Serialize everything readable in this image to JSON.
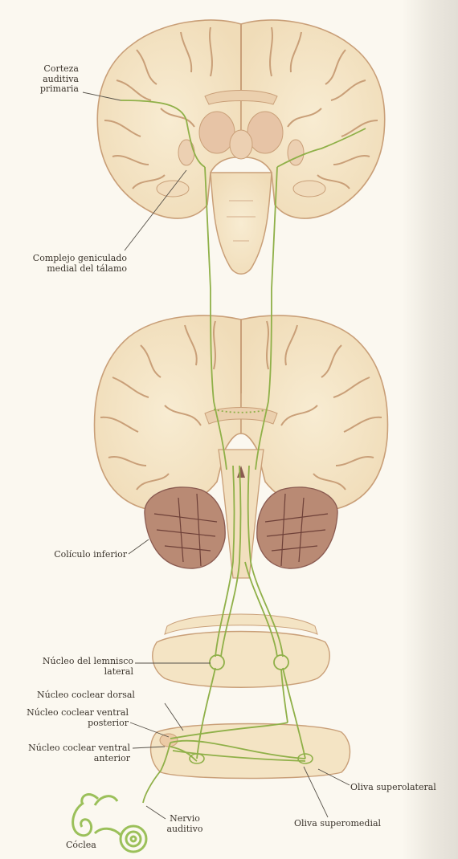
{
  "labels": {
    "primary_auditory_cortex": "Corteza\nauditiva\nprimaria",
    "medial_geniculate": "Complejo geniculado\nmedial del tálamo",
    "inferior_colliculus": "Colículo inferior",
    "lateral_lemniscus": "Núcleo del lemnisco\nlateral",
    "dorsal_cochlear": "Núcleo coclear dorsal",
    "posterior_ventral_cochlear": "Núcleo coclear ventral\nposterior",
    "anterior_ventral_cochlear": "Núcleo coclear ventral\nanterior",
    "auditory_nerve": "Nervio\nauditivo",
    "cochlea": "Cóclea",
    "lateral_superior_olive": "Oliva superolateral",
    "medial_superior_olive": "Oliva superomedial"
  },
  "colors": {
    "tissue": "#f4e4c4",
    "tissue_outline": "#c99f78",
    "white_matter": "#f8ecd2",
    "subcortical": "#e7c4a6",
    "cerebellum": "#8a5a50",
    "pathway": "#8fb048",
    "leader_line": "#555048",
    "label_text": "#3a332b"
  }
}
